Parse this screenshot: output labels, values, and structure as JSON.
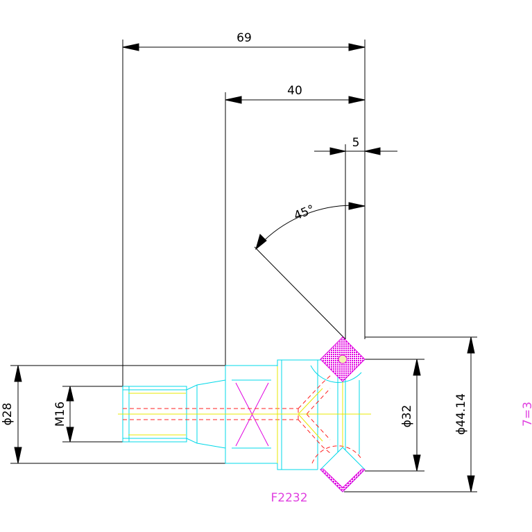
{
  "dimensions": {
    "overall_length": "69",
    "port_offset": "40",
    "tip_offset": "5",
    "angle": "45°",
    "outer_diameter": "ϕ28",
    "thread": "M16",
    "bore_diameter": "ϕ32",
    "envelope_diameter": "ϕ44.14"
  },
  "labels": {
    "part_number": "F2232",
    "side_note": "7=3"
  },
  "colors": {
    "dimension": "#000000",
    "outline": "#00d8e8",
    "hidden": "#ff2020",
    "center": "#e8e800",
    "hatch": "#e000e0"
  }
}
